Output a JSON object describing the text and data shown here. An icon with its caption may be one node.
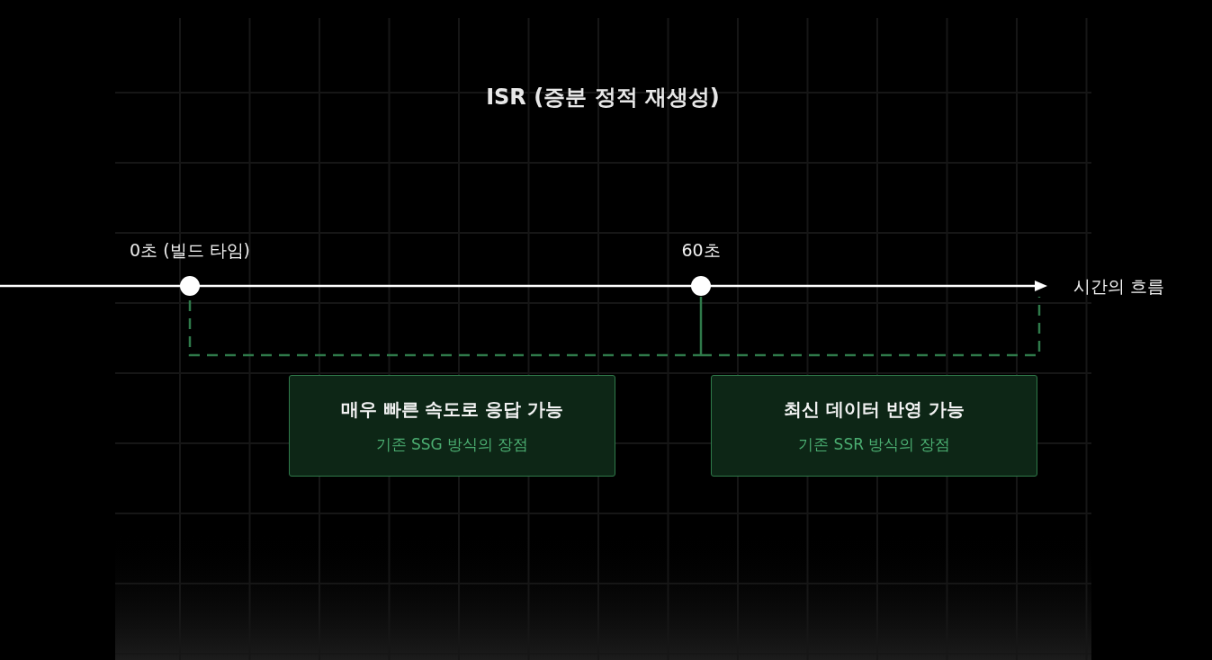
{
  "diagram": {
    "title": "ISR (증분 정적 재생성)",
    "nodes": [
      {
        "text": [],
        "shape": "circle",
        "beside": [
          "0초 (빌드 타임)"
        ]
      },
      {
        "text": [],
        "shape": "circle",
        "beside": [
          "60초"
        ]
      },
      {
        "text": [
          "매우 빠른 속도로 응답 가능",
          "기존 SSG 방식의 장점"
        ]
      },
      {
        "text": [
          "최신 데이터 반영 가능",
          "기존 SSR 방식의 장점"
        ]
      }
    ],
    "labels": [
      "시간의 흐름"
    ]
  }
}
